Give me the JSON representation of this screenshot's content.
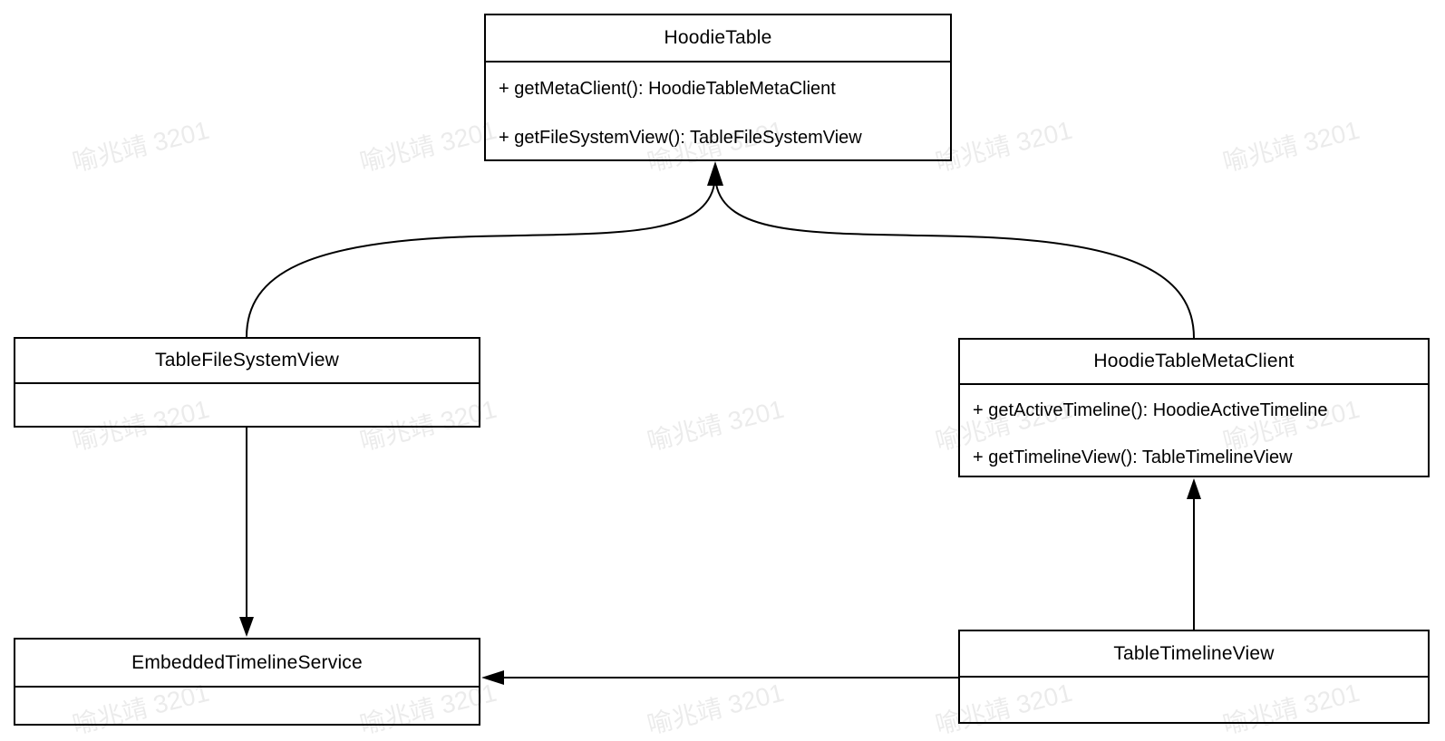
{
  "diagram": {
    "type": "uml-class-diagram",
    "classes": [
      {
        "name": "HoodieTable",
        "methods": [
          "+ getMetaClient(): HoodieTableMetaClient",
          "+ getFileSystemView(): TableFileSystemView"
        ]
      },
      {
        "name": "TableFileSystemView",
        "methods": []
      },
      {
        "name": "HoodieTableMetaClient",
        "methods": [
          "+ getActiveTimeline(): HoodieActiveTimeline",
          "+ getTimelineView(): TableTimelineView"
        ]
      },
      {
        "name": "EmbeddedTimelineService",
        "methods": []
      },
      {
        "name": "TableTimelineView",
        "methods": []
      }
    ],
    "relations": [
      {
        "from": "TableFileSystemView",
        "to": "HoodieTable",
        "style": "curved",
        "arrowhead": "filled-triangle"
      },
      {
        "from": "HoodieTableMetaClient",
        "to": "HoodieTable",
        "style": "curved",
        "arrowhead": "filled-triangle"
      },
      {
        "from": "TableFileSystemView",
        "to": "EmbeddedTimelineService",
        "style": "straight-vertical",
        "arrowhead": "filled-triangle"
      },
      {
        "from": "TableTimelineView",
        "to": "HoodieTableMetaClient",
        "style": "straight-vertical",
        "arrowhead": "filled-triangle"
      },
      {
        "from": "TableTimelineView",
        "to": "EmbeddedTimelineService",
        "style": "straight-horizontal",
        "arrowhead": "filled-triangle"
      }
    ],
    "colors": {
      "stroke": "#000000",
      "box_fill": "#ffffff",
      "text": "#000000",
      "watermark": "#ebebeb",
      "background": "#ffffff"
    }
  },
  "watermark": {
    "text": "喻兆靖 3201"
  }
}
